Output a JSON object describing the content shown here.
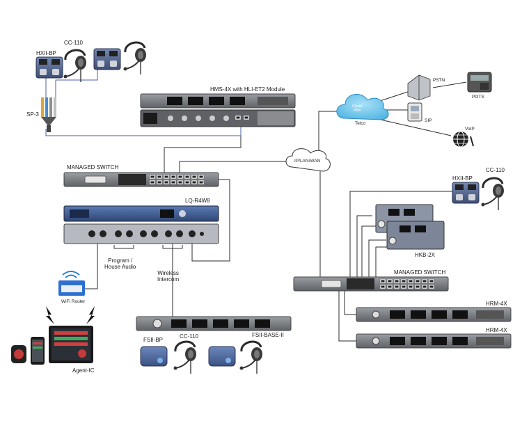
{
  "labels": {
    "hxii_bp_left": "HXII-BP",
    "cc110_left": "CC-110",
    "sp3": "SP-3",
    "hms4x": "HMS-4X with HLI-ET2 Module",
    "managed_switch_left": "MANAGED SWITCH",
    "lq_r4w8": "LQ-R4W8",
    "program_house_audio": "Program /\nHouse Audio",
    "wireless_intercom": "Wireless\nIntercom",
    "wifi_router": "WiFi Router",
    "agent_ic": "Agent-IC",
    "fsii_bp": "FSII-BP",
    "cc110_bottom": "CC-110",
    "fsii_base_ii": "FSII-BASE-II",
    "ip_lan_wan": "IP/LAN/WAN",
    "cloud_pbx": "Cloud\nPBX",
    "telco": "Telco",
    "pstn": "PSTN",
    "pots": "POTS",
    "sip": "SIP",
    "voip": "VoIP",
    "hxii_bp_right": "HXII-BP",
    "cc110_right": "CC-110",
    "hkb_2x": "HKB-2X",
    "managed_switch_right": "MANAGED SWITCH",
    "hrm_4x_1": "HRM-4X",
    "hrm_4x_2": "HRM-4X"
  },
  "colors": {
    "cable": "#2b2b2b",
    "cable_blue": "#4a5fae",
    "panel_blue": "#5a6f9a",
    "panel_dark": "#3a4658",
    "rack_grey": "#7a7d82",
    "cloud_blue": "#6fc3ea",
    "cloud_text": "#1d5a8a"
  },
  "icons": [
    "headset-icon",
    "beltpack-icon",
    "cloud-icon",
    "network-cloud-icon",
    "building-icon",
    "phone-icon",
    "globe-icon",
    "router-icon",
    "tablet-icon",
    "smartphone-icon",
    "smartwatch-icon",
    "lightning-icon"
  ]
}
